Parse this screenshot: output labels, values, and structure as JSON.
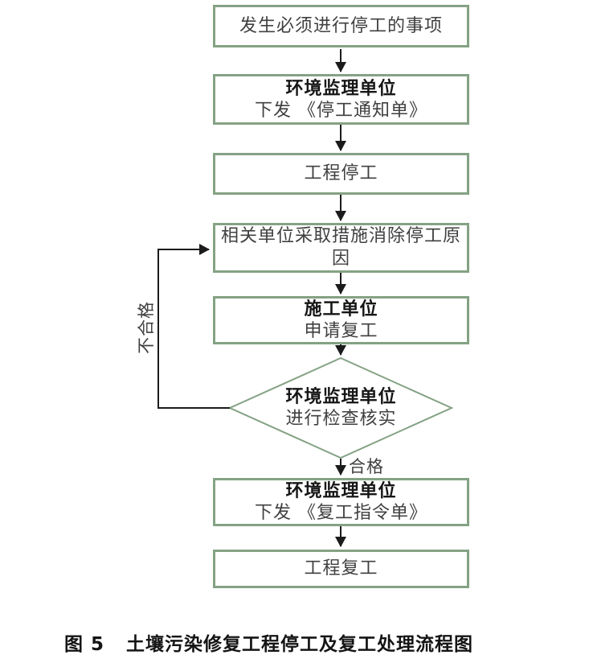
{
  "flowchart": {
    "node_start": {
      "line1": "发生必须进行停工的事项"
    },
    "node_notice": {
      "line1": "环境监理单位",
      "line2": "下发 《停工通知单》"
    },
    "node_stop": {
      "line1": "工程停工"
    },
    "node_measures": {
      "line1": "相关单位采取措施消除停工原因"
    },
    "node_apply": {
      "line1": "施工单位",
      "line2": "申请复工"
    },
    "node_check": {
      "line1": "环境监理单位",
      "line2": "进行检查核实"
    },
    "node_order": {
      "line1": "环境监理单位",
      "line2": "下发 《复工指令单》"
    },
    "node_resume": {
      "line1": "工程复工"
    },
    "label_pass": "合格",
    "label_fail": "不合格"
  },
  "caption": {
    "figure_label": "图 5",
    "title": "土壤污染修复工程停工及复工处理流程图"
  },
  "colors": {
    "box_border": "#84a284",
    "connector": "#1b1b1b",
    "text": "#404040",
    "text_bold": "#161616",
    "caption": "#141414",
    "background": "#ffffff"
  }
}
